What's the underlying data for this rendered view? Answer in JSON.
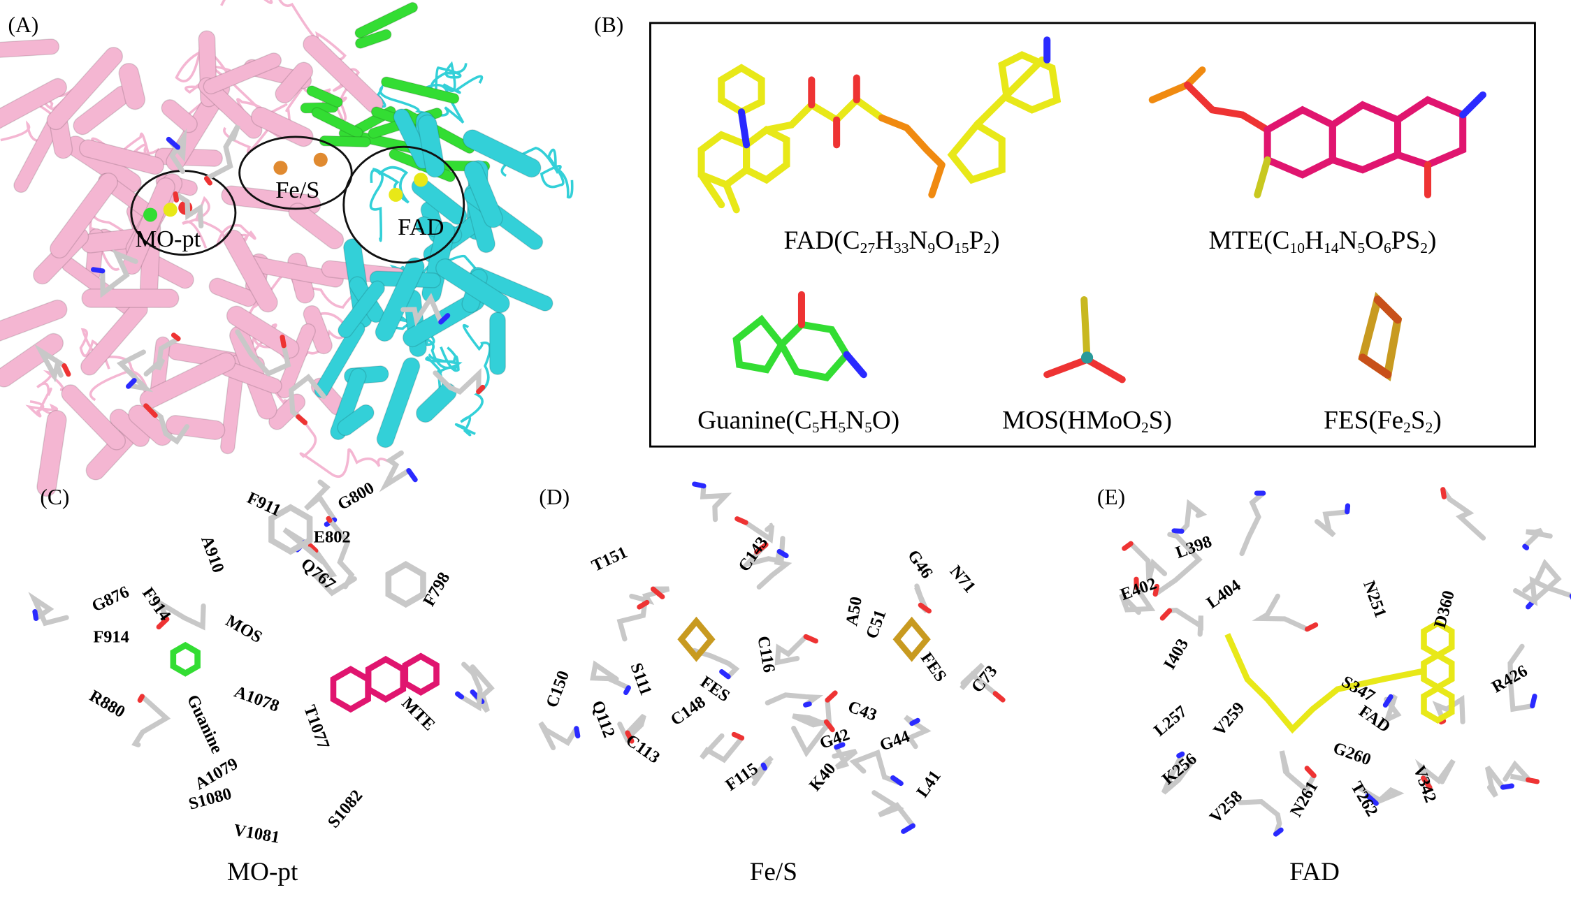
{
  "panel_a": {
    "letter": "(A)",
    "labels": [
      "MO-pt",
      "Fe/S",
      "FAD"
    ],
    "colors": {
      "subunit_1": "#f4b6d2",
      "subunit_2": "#33dd33",
      "subunit_3": "#33d0d8"
    }
  },
  "panel_b": {
    "letter": "(B)",
    "ligands": [
      {
        "name": "FAD",
        "formula": "C27H33N9O15P2"
      },
      {
        "name": "MTE",
        "formula": "C10H14N5O6PS2"
      },
      {
        "name": "Guanine",
        "formula": "C5H5N5O"
      },
      {
        "name": "MOS",
        "formula": "HMoO2S"
      },
      {
        "name": "FES",
        "formula": "Fe2S2"
      }
    ]
  },
  "panel_c": {
    "letter": "(C)",
    "caption": "MO-pt",
    "residues": [
      "F911",
      "G800",
      "A910",
      "E802",
      "G876",
      "F914",
      "Q767",
      "F798",
      "F914",
      "MOS",
      "R880",
      "Guanine",
      "A1078",
      "T1077",
      "MTE",
      "A1079",
      "S1080",
      "V1081",
      "S1082"
    ]
  },
  "panel_d": {
    "letter": "(D)",
    "caption": "Fe/S",
    "residues": [
      "T151",
      "C143",
      "C116",
      "A50",
      "C51",
      "G46",
      "N71",
      "FES",
      "FES",
      "C150",
      "Q112",
      "S111",
      "C148",
      "C113",
      "C73",
      "C43",
      "G42",
      "G44",
      "F115",
      "K40",
      "L41"
    ]
  },
  "panel_e": {
    "letter": "(E)",
    "caption": "FAD",
    "residues": [
      "L398",
      "E402",
      "L404",
      "N251",
      "D360",
      "I403",
      "S347",
      "R426",
      "FAD",
      "L257",
      "V259",
      "G260",
      "K256",
      "V258",
      "N261",
      "T262",
      "V342"
    ]
  }
}
